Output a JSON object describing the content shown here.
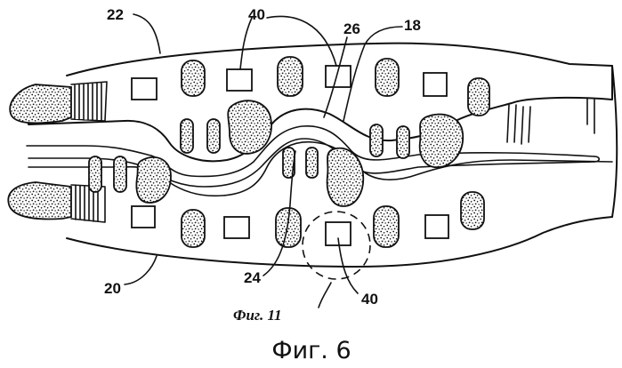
{
  "figure": {
    "caption": "Фиг. 6",
    "detail_callout": "Фиг. 11",
    "reference_numerals": {
      "n22": "22",
      "n40_top": "40",
      "n26": "26",
      "n18": "18",
      "n20": "20",
      "n24": "24",
      "n40_bottom": "40"
    }
  }
}
